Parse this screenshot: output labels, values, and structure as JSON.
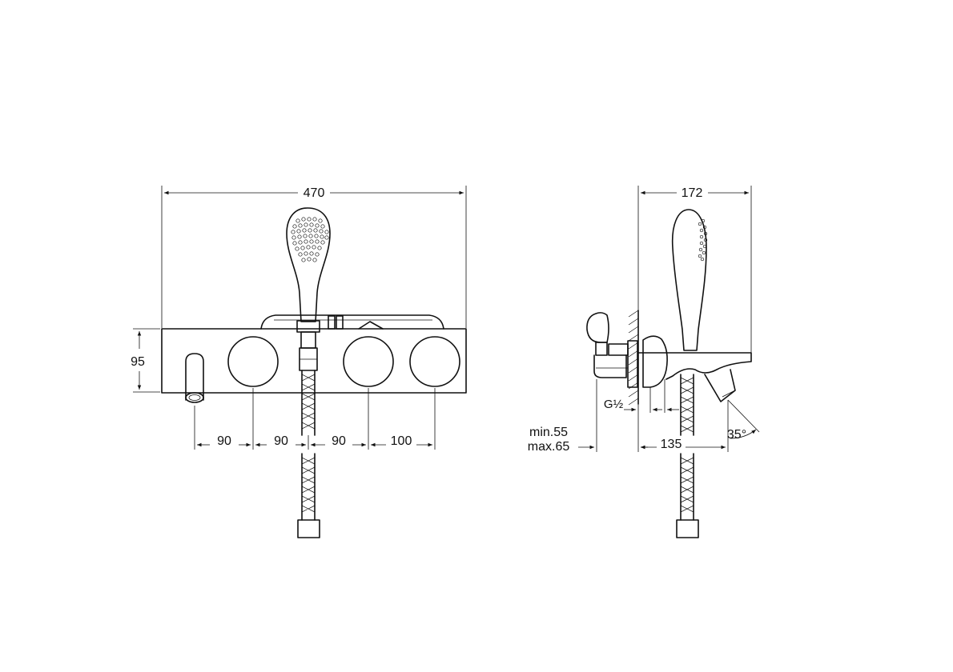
{
  "front_view": {
    "overall_width": "470",
    "height": "95",
    "spacing_1": "90",
    "spacing_2": "90",
    "spacing_3": "90",
    "spacing_4": "100"
  },
  "side_view": {
    "overall_depth": "172",
    "thread": "G½",
    "wall_min": "min.55",
    "wall_max": "max.65",
    "spout_reach": "135",
    "spout_angle": "35°"
  },
  "colors": {
    "line": "#111111",
    "background": "#ffffff"
  }
}
